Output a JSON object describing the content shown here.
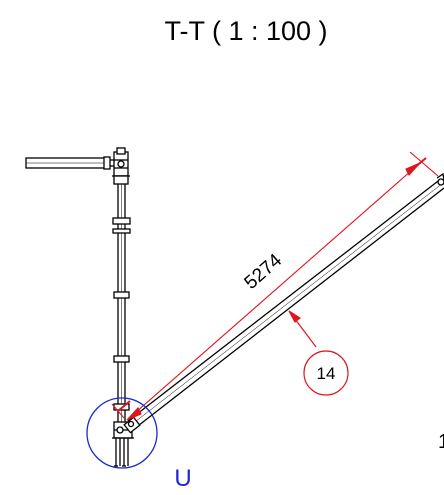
{
  "view_title": "T-T ( 1 : 100 )",
  "dimension": {
    "value": "5274",
    "color": "#e0141c"
  },
  "balloon": {
    "number": "14",
    "color": "#e0141c"
  },
  "detail_marker": {
    "label": "U",
    "color": "#1c28d6"
  },
  "edge_fragment": "1",
  "colors": {
    "linework": "#000000",
    "background": "#ffffff"
  }
}
